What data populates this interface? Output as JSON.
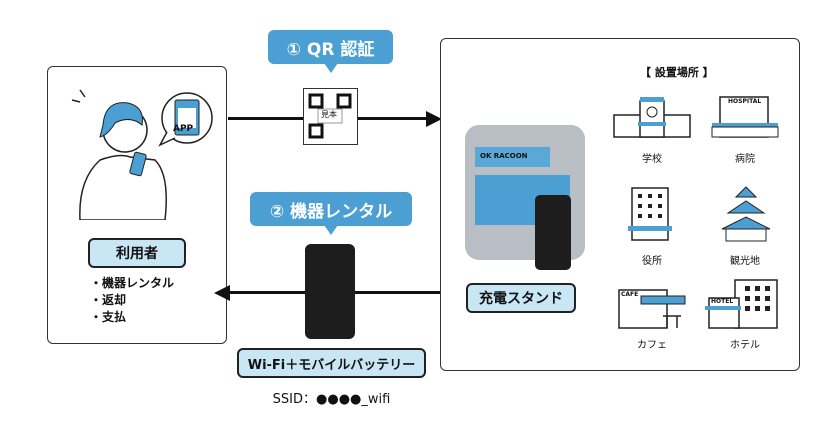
{
  "steps": {
    "qr": "① QR 認証",
    "rental": "② 機器レンタル"
  },
  "qr_sample": "見本",
  "user": {
    "app_label": "APP",
    "title": "利用者",
    "items": [
      "・機器レンタル",
      "・返却",
      "・支払"
    ]
  },
  "device": {
    "label": "Wi-Fi＋モバイルバッテリー",
    "ssid": "SSID：●●●●_wifi"
  },
  "stand": {
    "label": "充電スタンド",
    "brand": "OK RACOON"
  },
  "locations": {
    "header": "【 設置場所 】",
    "items": [
      "学校",
      "病院",
      "役所",
      "観光地",
      "カフェ",
      "ホテル"
    ],
    "signs": {
      "hospital": "HOSPITAL",
      "cafe": "CAFE",
      "hotel": "HOTEL"
    }
  },
  "colors": {
    "accent": "#4b9fd2",
    "label_bg": "#c8e6f4"
  }
}
